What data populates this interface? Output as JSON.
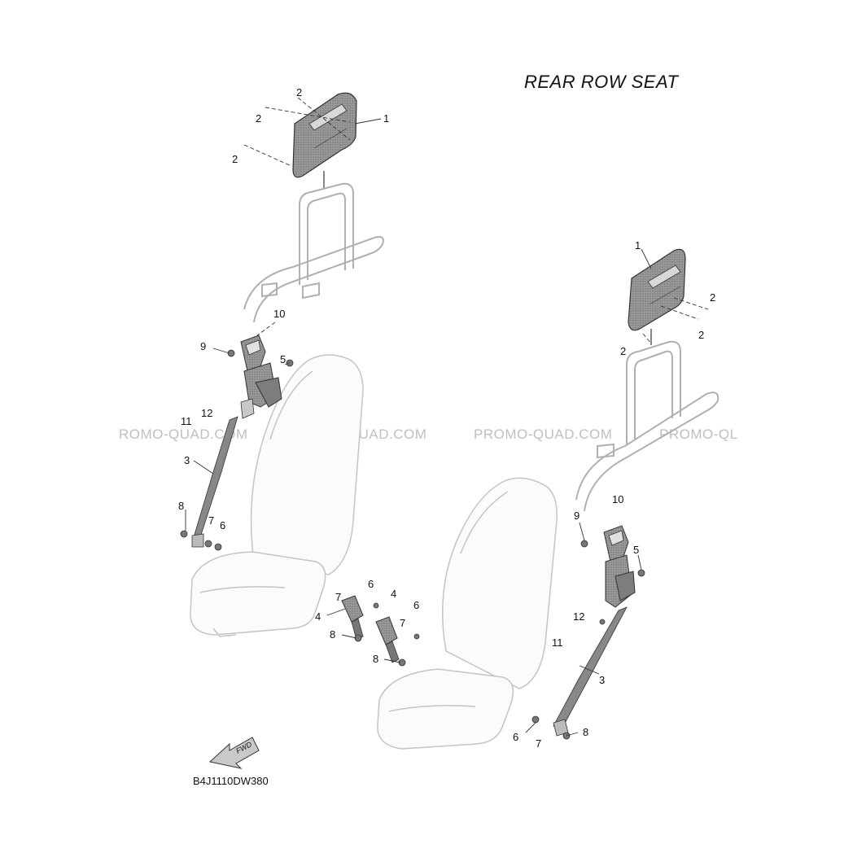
{
  "title": "REAR ROW SEAT",
  "diagram_code": "B4J1110DW380",
  "fwd_label": "FWD",
  "watermarks": [
    "ROMO-QUAD.COM",
    "PROMO-QUAD.COM",
    "PROMO-QUAD.COM",
    "PROMO-QL"
  ],
  "part_labels": [
    "1",
    "2",
    "3",
    "4",
    "5",
    "6",
    "7",
    "8",
    "9",
    "10",
    "11",
    "12"
  ]
}
